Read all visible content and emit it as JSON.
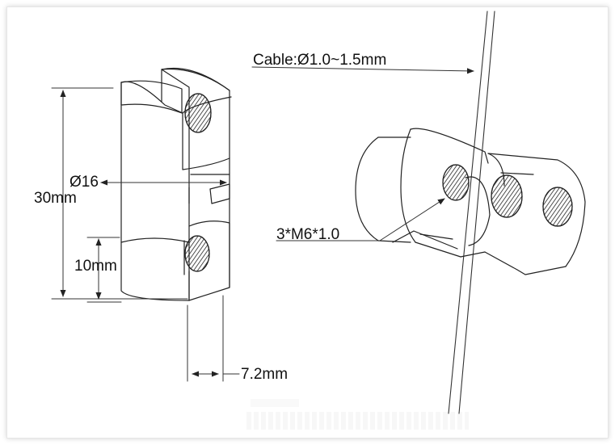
{
  "labels": {
    "cable": "Cable:Ø1.0~1.5mm",
    "diameter": "Ø16",
    "height": "30mm",
    "thread": "3*M6*1.0",
    "gap": "10mm",
    "width": "7.2mm"
  },
  "colors": {
    "line": "#222222",
    "dim": "#333333"
  }
}
